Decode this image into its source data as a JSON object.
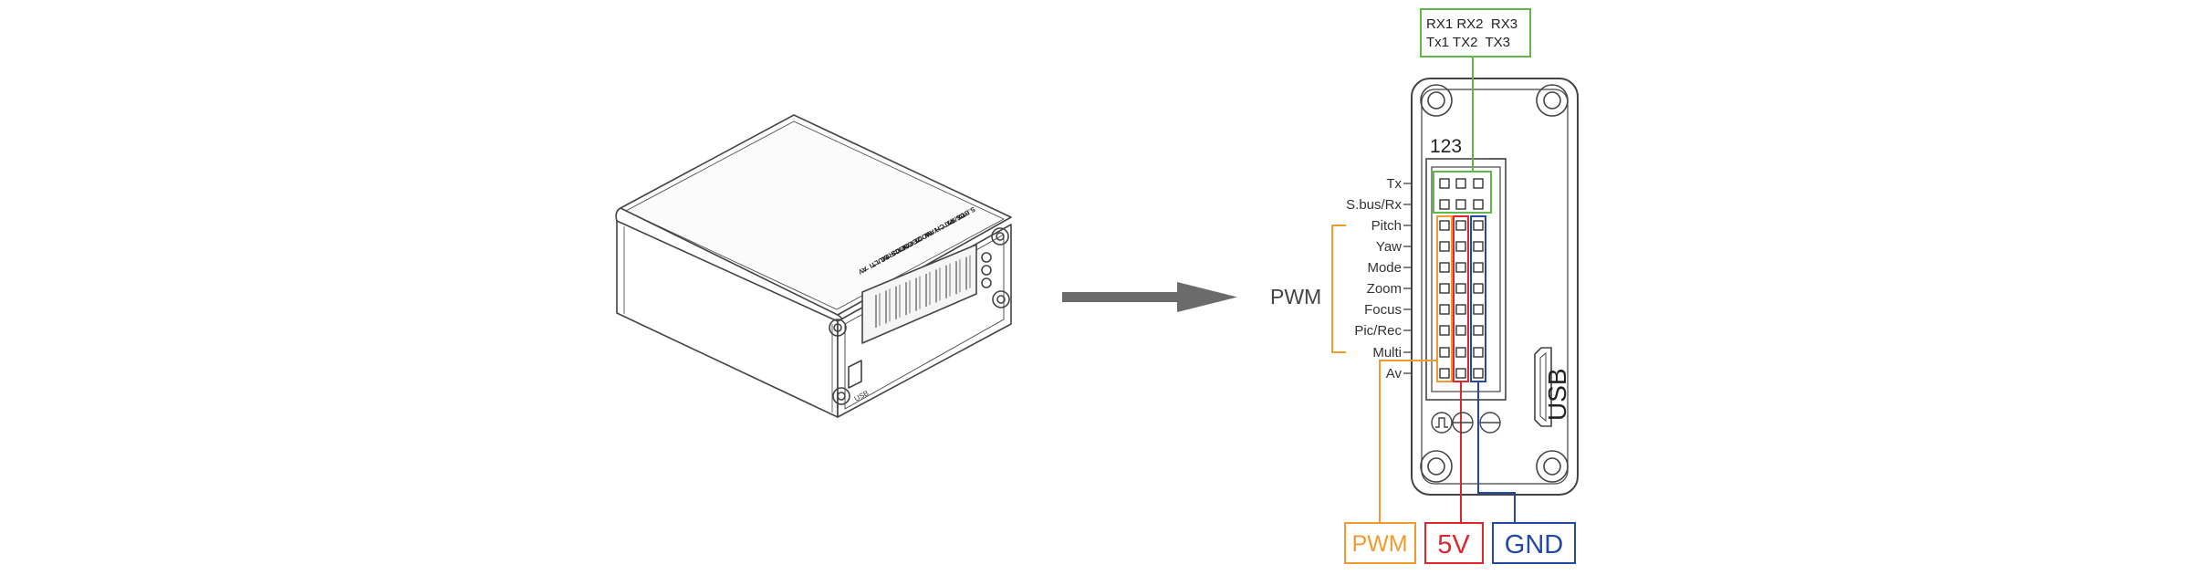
{
  "device_labels": [
    "TX",
    "S.BUS/RX",
    "PITCH",
    "YAW",
    "MODE",
    "ZOOM",
    "FOCUS",
    "PIC/REC",
    "MULTI",
    "AV"
  ],
  "device_usb_label": "USB",
  "uart_box": {
    "line1": "RX1 RX2  RX3",
    "line2": "Tx1 TX2  TX3"
  },
  "header_number": "123",
  "pin_labels": [
    "Tx",
    "S.bus/Rx",
    "Pitch",
    "Yaw",
    "Mode",
    "Zoom",
    "Focus",
    "Pic/Rec",
    "Multi",
    "Av"
  ],
  "pwm_group_label": "PWM",
  "usb_label": "USB",
  "bottom_legend": [
    {
      "text": "PWM",
      "color": "#f39a2f"
    },
    {
      "text": "5V",
      "color": "#e0262d"
    },
    {
      "text": "GND",
      "color": "#2448a5"
    }
  ],
  "colors": {
    "line": "#555555",
    "uart": "#5fb847",
    "pwm": "#f39a2f",
    "v5": "#e0262d",
    "gnd": "#2448a5",
    "arrow": "#6b6b6b"
  }
}
